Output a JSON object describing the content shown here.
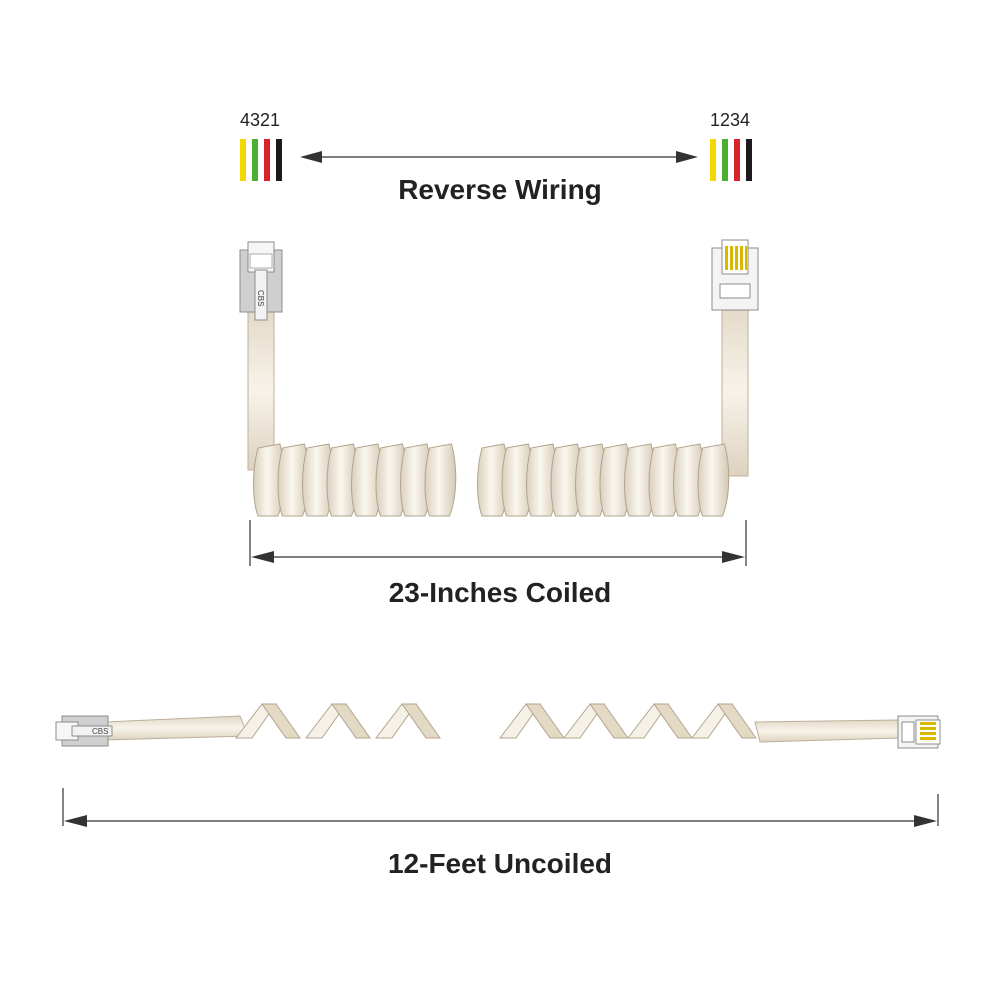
{
  "labels": {
    "left_pins": "4321",
    "right_pins": "1234",
    "wiring": "Reverse Wiring",
    "coiled": "23-Inches Coiled",
    "uncoiled": "12-Feet Uncoiled",
    "plug_mark": "CBS"
  },
  "colors": {
    "cord": "#ece4d6",
    "cord_edge": "#b9ad98",
    "plug": "#f4f4f4",
    "plug_dark": "#c9c9c9",
    "arrow": "#333333",
    "contact": "#d4b400"
  },
  "wires": {
    "left": [
      {
        "name": "yellow",
        "color": "#f0d800"
      },
      {
        "name": "green",
        "color": "#4caf32"
      },
      {
        "name": "red",
        "color": "#d8232a"
      },
      {
        "name": "black",
        "color": "#1b1b1b"
      }
    ],
    "right": [
      {
        "name": "yellow",
        "color": "#f0d800"
      },
      {
        "name": "green",
        "color": "#4caf32"
      },
      {
        "name": "red",
        "color": "#d8232a"
      },
      {
        "name": "black",
        "color": "#1b1b1b"
      }
    ]
  }
}
